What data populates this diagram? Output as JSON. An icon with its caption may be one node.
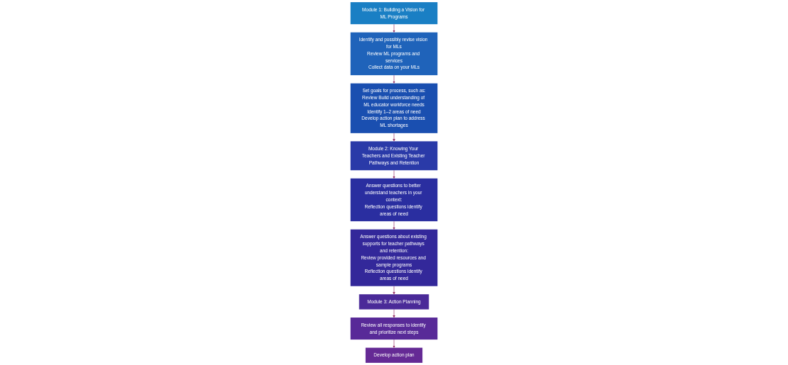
{
  "diagram": {
    "nodes": [
      {
        "text": [
          "Module 1: Building a Vision for ML Programs"
        ]
      },
      {
        "text": [
          "Identify and possibly revise vision for MLs",
          "Review ML programs and services",
          "Collect data on your MLs"
        ]
      },
      {
        "text": [
          "Set goals for process, such as:",
          "Review Build understanding of ML educator workforce needs",
          "Identify 1–2 areas of need",
          "Develop action plan to address ML shortages"
        ]
      },
      {
        "text": [
          "Module 2: Knowing Your Teachers and Existing Teacher Pathways and Retention"
        ]
      },
      {
        "text": [
          "Answer questions to better understand teachers in your context:",
          "Reflection questions identify areas of need"
        ]
      },
      {
        "text": [
          "Answer questions about existing supports for teacher pathways and retention:",
          "Review provided resources and sample programs",
          "Reflection questions identify areas of need"
        ]
      },
      {
        "text": [
          "Module 3: Action Planning"
        ]
      },
      {
        "text": [
          "Review all responses to identify and prioritize next steps"
        ]
      },
      {
        "text": [
          "Develop action plan"
        ]
      }
    ],
    "edges": [
      {
        "from": 0,
        "to": 1,
        "arrow": "to"
      },
      {
        "from": 1,
        "to": 2,
        "arrow": "to"
      },
      {
        "from": 2,
        "to": 3,
        "arrow": "to"
      },
      {
        "from": 3,
        "to": 4,
        "arrow": "to"
      },
      {
        "from": 4,
        "to": 5,
        "arrow": "to"
      },
      {
        "from": 5,
        "to": 6,
        "arrow": "to"
      },
      {
        "from": 6,
        "to": 7,
        "arrow": "to"
      },
      {
        "from": 7,
        "to": 8,
        "arrow": "to"
      }
    ]
  }
}
